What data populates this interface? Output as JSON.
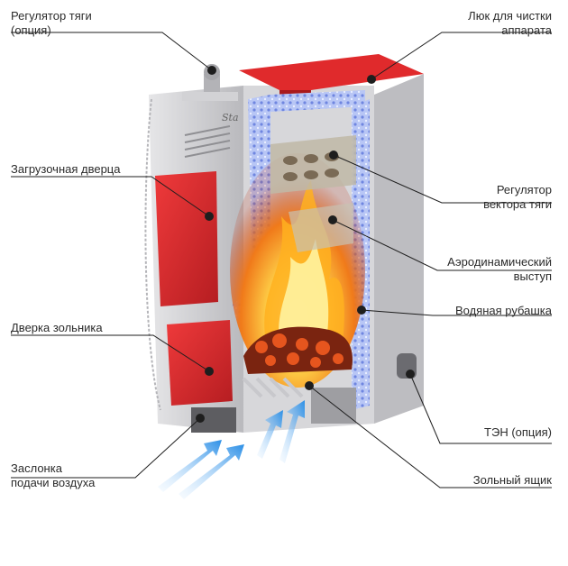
{
  "labels": {
    "draft_regulator": {
      "line1": "Регулятор тяги",
      "line2": "(опция)"
    },
    "cleaning_hatch": {
      "line1": "Люк для чистки",
      "line2": "аппарата"
    },
    "loading_door": {
      "line1": "Загрузочная дверца"
    },
    "thrust_vector_regulator": {
      "line1": "Регулятор",
      "line2": "вектора тяги"
    },
    "aerodynamic_ledge": {
      "line1": "Аэродинамический",
      "line2": "выступ"
    },
    "water_jacket": {
      "line1": "Водяная рубашка"
    },
    "ash_door": {
      "line1": "Дверка зольника"
    },
    "heating_element": {
      "line1": "ТЭН (опция)"
    },
    "air_damper": {
      "line1": "Заслонка",
      "line2": "подачи воздуха"
    },
    "ash_box": {
      "line1": "Зольный ящик"
    }
  },
  "colors": {
    "red": "#e02a2c",
    "red_dark": "#b01c1f",
    "steel": "#c9c9cb",
    "steel_dark": "#9a9a9e",
    "water": "#8fa6f0",
    "leader": "#1e1e1e"
  }
}
